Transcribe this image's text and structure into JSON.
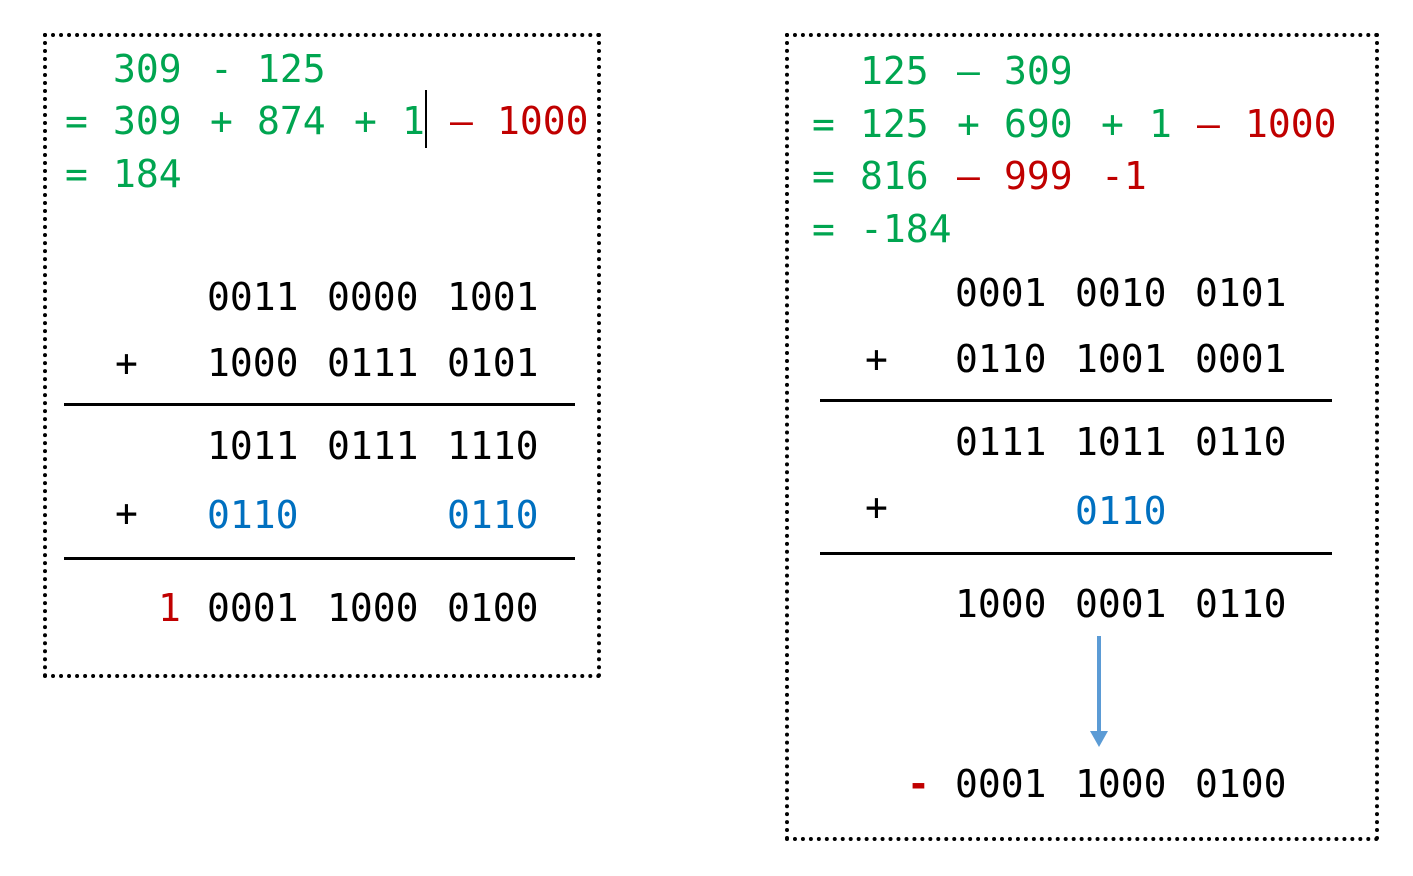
{
  "left": {
    "eq1": {
      "a": "309",
      "op": "-",
      "b": "125"
    },
    "eq2": {
      "eq": "=",
      "a": "309",
      "p1": "+",
      "b": "874",
      "p2": "+",
      "c": "1",
      "minus": "–",
      "d": "1000"
    },
    "eq3": {
      "eq": "=",
      "r": "184"
    },
    "row1": {
      "op": "",
      "n1": "0011",
      "n2": "0000",
      "n3": "1001"
    },
    "row2": {
      "op": "+",
      "n1": "1000",
      "n2": "0111",
      "n3": "0101"
    },
    "row3": {
      "op": "",
      "n1": "1011",
      "n2": "0111",
      "n3": "1110"
    },
    "row4": {
      "op": "+",
      "n1": "0110",
      "n2": "",
      "n3": "0110"
    },
    "row5": {
      "carry": "1",
      "n1": "0001",
      "n2": "1000",
      "n3": "0100"
    }
  },
  "right": {
    "eq1": {
      "a": "125",
      "op": "–",
      "b": "309"
    },
    "eq2": {
      "eq": "=",
      "a": "125",
      "p1": "+",
      "b": "690",
      "p2": "+",
      "c": "1",
      "minus": "–",
      "d": "1000"
    },
    "eq3": {
      "eq": "=",
      "a": "816",
      "minus": "–",
      "b": "999",
      "c": "-1"
    },
    "eq4": {
      "eq": "=",
      "r": "-184"
    },
    "row1": {
      "n1": "0001",
      "n2": "0010",
      "n3": "0101"
    },
    "row2": {
      "op": "+",
      "n1": "0110",
      "n2": "1001",
      "n3": "0001"
    },
    "row3": {
      "n1": "0111",
      "n2": "1011",
      "n3": "0110"
    },
    "row4": {
      "op": "+",
      "n2": "0110"
    },
    "row5": {
      "n1": "1000",
      "n2": "0001",
      "n3": "0110"
    },
    "result": {
      "sign": "-",
      "n1": "0001",
      "n2": "1000",
      "n3": "0100"
    }
  },
  "colors": {
    "green": "#00A550",
    "red": "#C00000",
    "blue": "#0070C0",
    "arrow": "#5B9BD5"
  }
}
